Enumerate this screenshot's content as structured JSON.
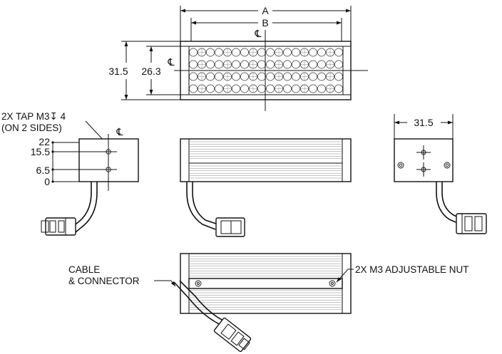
{
  "top_view": {
    "dim_a": "A",
    "dim_b": "B",
    "centerline": "℄",
    "height_outer": "31.5",
    "height_inner": "26.3"
  },
  "left_view": {
    "tap_note_line1": "2X TAP M3↧ 4",
    "tap_note_line2": "(ON 2 SIDES)",
    "centerline": "℄",
    "ticks": [
      "22",
      "15.5",
      "6.5",
      "0"
    ]
  },
  "right_view": {
    "width": "31.5"
  },
  "bottom_view": {
    "cable_line1": "CABLE",
    "cable_line2": "& CONNECTOR",
    "nut_label": "2X M3 ADJUSTABLE NUT"
  },
  "led_grid": {
    "rows": 4,
    "cols": 18
  }
}
